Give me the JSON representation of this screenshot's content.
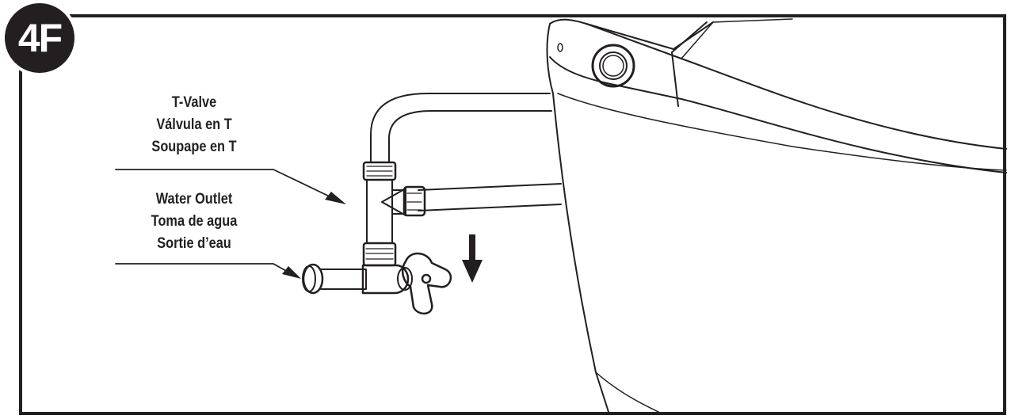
{
  "step": {
    "label": "4F"
  },
  "callouts": {
    "t_valve": [
      "T-Valve",
      "Válvula en T",
      "Soupape en T"
    ],
    "water_outlet": [
      "Water Outlet",
      "Toma de agua",
      "Sortie d’eau"
    ]
  },
  "icons": [
    "down-arrow-icon",
    "toilet-icon",
    "t-valve-icon",
    "shutoff-handle-icon"
  ],
  "colors": {
    "ink": "#231f20",
    "background": "#ffffff"
  }
}
